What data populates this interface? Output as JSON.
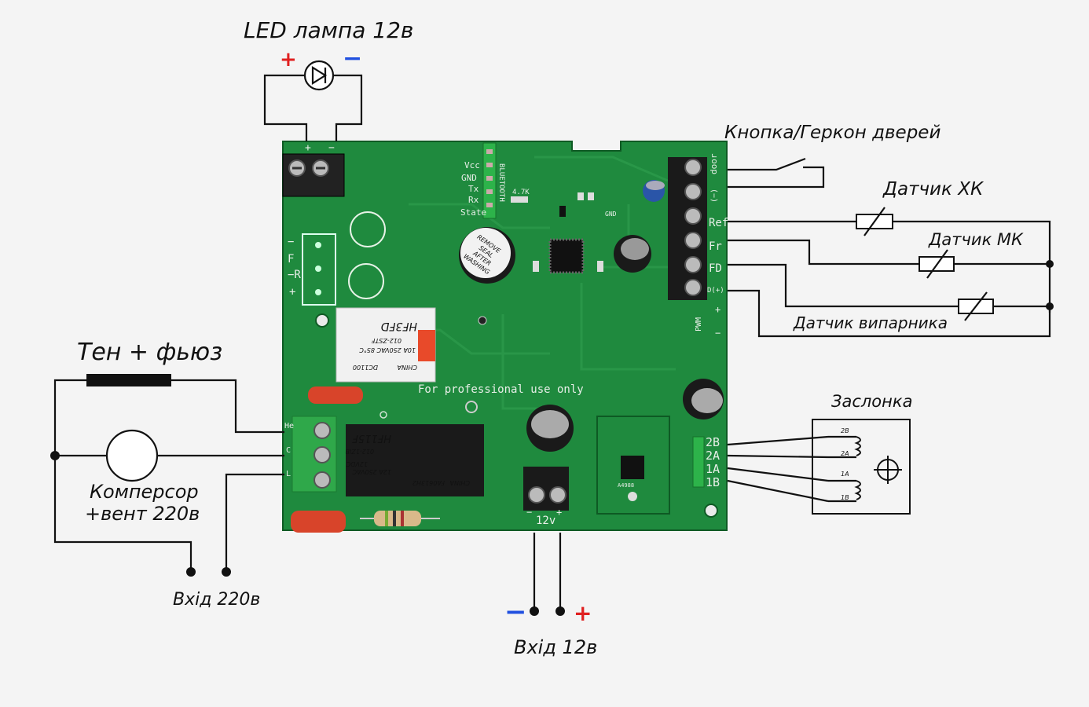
{
  "labels": {
    "led_lamp": "LED лампа 12в",
    "door_button": "Кнопка/Геркон дверей",
    "sensor_xk": "Датчик ХК",
    "sensor_mk": "Датчик МК",
    "sensor_evap": "Датчик випарника",
    "heater_fuse": "Тен + фьюз",
    "compressor_line1": "Комперсор",
    "compressor_line2": "+вент 220в",
    "input_220": "Вхід 220в",
    "input_12": "Вхід 12в",
    "damper": "Заслонка"
  },
  "polarity": {
    "plus": "+",
    "minus": "−"
  },
  "board": {
    "top_terminal": [
      "+",
      "−"
    ],
    "side_terminal": [
      "−",
      "F",
      "−R",
      "+"
    ],
    "sensor_terminal": [
      "door",
      "(−)",
      "Ref",
      "Fr",
      "FD",
      "D(+)"
    ],
    "pwm": [
      "PWM",
      "+",
      "−"
    ],
    "bt_header": [
      "Vcc",
      "GND",
      "Tx",
      "Rx",
      "State"
    ],
    "bt_title": "BLUETOOTH",
    "resistor_value": "4.7K",
    "gnd_mark": "GND",
    "buzzer_sticker": [
      "REMOVE",
      "SEAL",
      "AFTER",
      "WASHING"
    ],
    "relay1_model": "HF3FD",
    "relay1_specs": [
      "012-ZSTF",
      "10A 250VAC 85°C",
      "CHINA",
      "DC1100"
    ],
    "relay2_model": "HF115F",
    "relay2_specs": [
      "012-1ZIB",
      "12VDC",
      "12A 250VAC",
      "CHINA",
      "FA0613H2"
    ],
    "motto": "For professional use only",
    "power_label": "12v",
    "power_signs": [
      "−",
      "+"
    ],
    "motor_pins": [
      "2B",
      "2A",
      "1A",
      "1B"
    ],
    "driver_label": "A4988",
    "left_terminal": [
      "He",
      "C",
      "L"
    ]
  },
  "damper_coils": [
    "2B",
    "2A",
    "1A",
    "1B"
  ],
  "colors": {
    "board": "#1f8a3e",
    "board_dark": "#156b2f",
    "plus": "#e02020",
    "minus": "#2050e0",
    "terminal_green": "#2fa84a"
  }
}
